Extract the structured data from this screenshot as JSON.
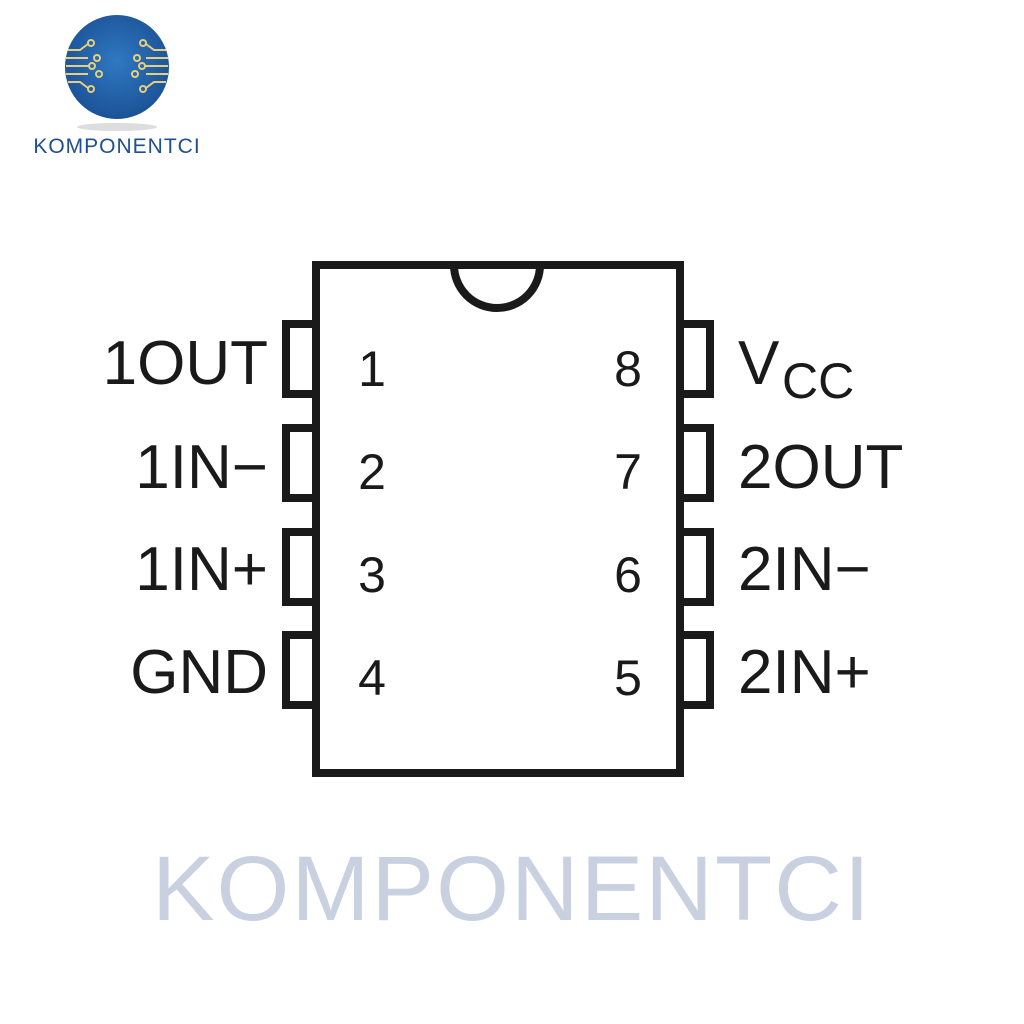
{
  "logo": {
    "brand_text": "KOMPONENTCI",
    "circle_color": "#1f5fa8",
    "trace_color": "#e6cf7a"
  },
  "watermark": {
    "text": "KOMPONENTCI"
  },
  "chip": {
    "left_pins": [
      {
        "number": "1",
        "label": "1OUT"
      },
      {
        "number": "2",
        "label": "1IN−"
      },
      {
        "number": "3",
        "label": "1IN+"
      },
      {
        "number": "4",
        "label": "GND"
      }
    ],
    "right_pins": [
      {
        "number": "8",
        "label": "V",
        "sub": "CC"
      },
      {
        "number": "7",
        "label": "2OUT"
      },
      {
        "number": "6",
        "label": "2IN−"
      },
      {
        "number": "5",
        "label": "2IN+"
      }
    ]
  }
}
